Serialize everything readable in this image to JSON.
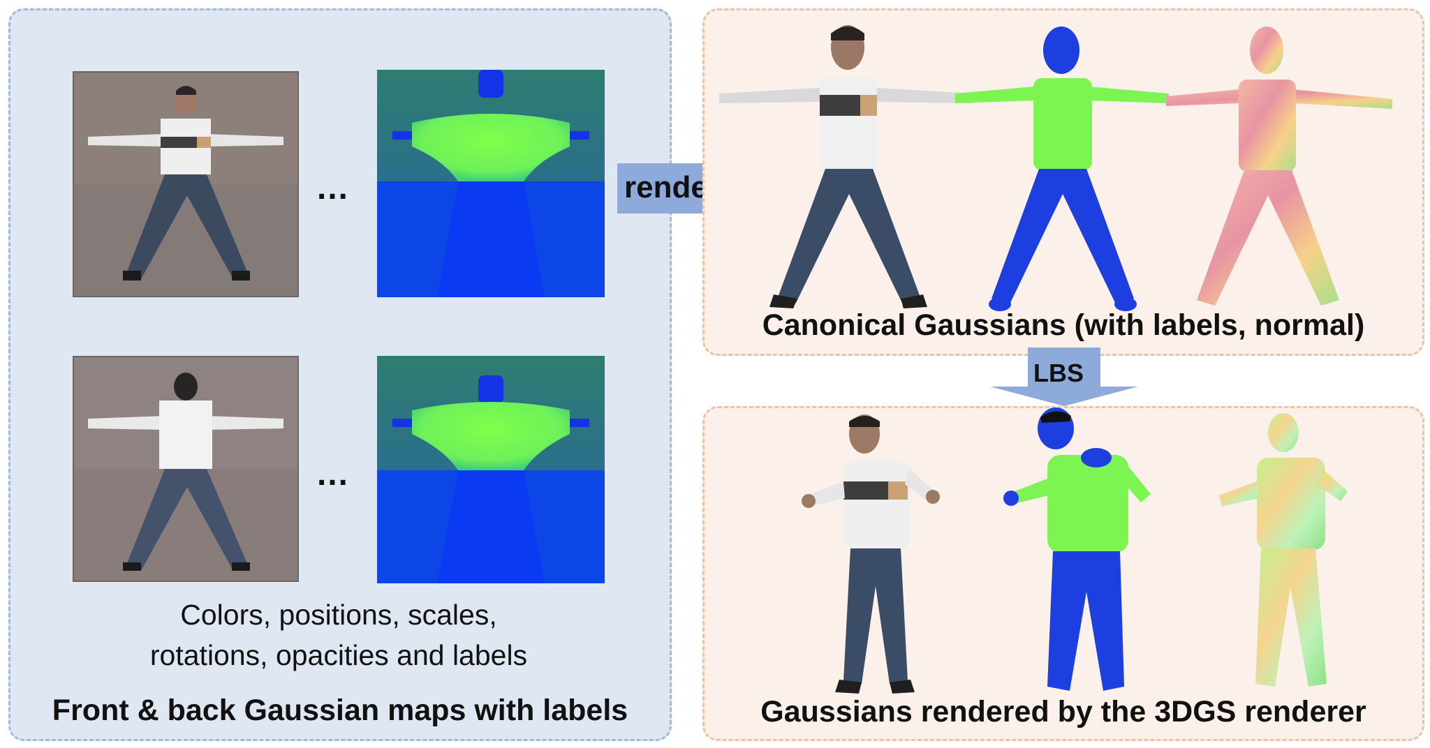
{
  "left": {
    "ellipsis_top": "…",
    "ellipsis_bottom": "…",
    "description_line1": "Colors, positions, scales,",
    "description_line2": "rotations, opacities and labels",
    "title": "Front & back Gaussian maps with labels"
  },
  "arrows": {
    "rendering_label": "rendering",
    "lbs_label": "LBS"
  },
  "canonical": {
    "title": "Canonical Gaussians (with labels, normal)"
  },
  "posed": {
    "title": "Gaussians rendered by the 3DGS renderer"
  },
  "colors": {
    "left_panel_bg": "#dfe8f2",
    "left_panel_border": "#9dbcdd",
    "right_panel_bg": "#fbf0ea",
    "right_panel_border": "#efc2a6",
    "arrow_fill": "#8eaadb",
    "label_green": "#7cf553",
    "label_blue": "#1d3fe0",
    "label_teal": "#2a7e76"
  }
}
